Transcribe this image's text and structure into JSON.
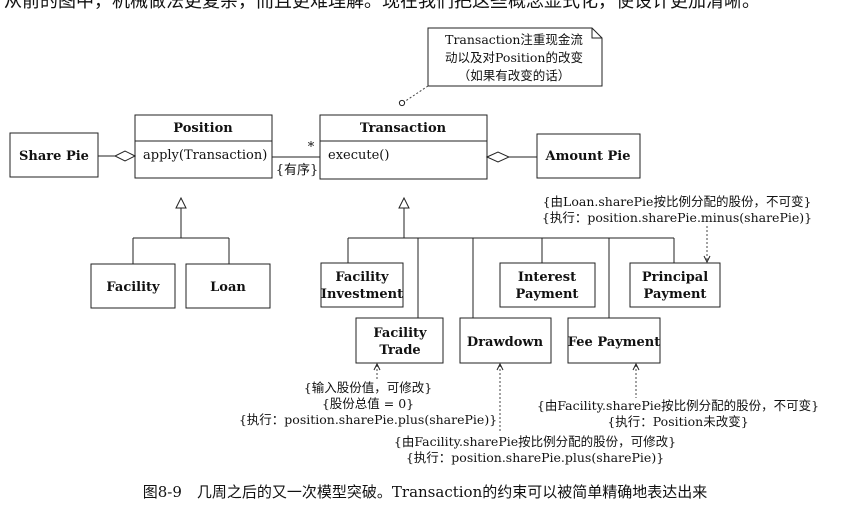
{
  "top_cut_text": "从前的图中，机械做法更复杂，而且更难理解。现在我们把这些概念显式化，使设计更加清晰。",
  "classes": {
    "share_pie": "Share Pie",
    "position": {
      "name": "Position",
      "method": "apply(Transaction)"
    },
    "transaction": {
      "name": "Transaction",
      "method": "execute()"
    },
    "amount_pie": "Amount Pie",
    "facility": "Facility",
    "loan": "Loan",
    "facility_investment": [
      "Facility",
      "Investment"
    ],
    "interest_payment": [
      "Interest",
      "Payment"
    ],
    "principal_payment": [
      "Principal",
      "Payment"
    ],
    "facility_trade": [
      "Facility",
      "Trade"
    ],
    "drawdown": "Drawdown",
    "fee_payment": "Fee Payment"
  },
  "association": {
    "multiplicity": "*",
    "constraint": "{有序}"
  },
  "notes": {
    "transaction_note": [
      "Transaction注重现金流",
      "动以及对Position的改变",
      "（如果有改变的话）"
    ],
    "principal_constraint": [
      "{由Loan.sharePie按比例分配的股份，不可变}",
      "{执行：position.sharePie.minus(sharePie)}"
    ],
    "trade_constraint": [
      "{输入股份值，可修改}",
      "{股份总值 = 0}",
      "{执行：position.sharePie.plus(sharePie)}"
    ],
    "fee_constraint": [
      "{由Facility.sharePie按比例分配的股份，不可变}",
      "{执行：Position未改变}"
    ],
    "drawdown_constraint": [
      "{由Facility.sharePie按比例分配的股份，可修改}",
      "{执行：position.sharePie.plus(sharePie)}"
    ]
  },
  "caption": "图8-9　几周之后的又一次模型突破。Transaction的约束可以被简单精确地表达出来"
}
